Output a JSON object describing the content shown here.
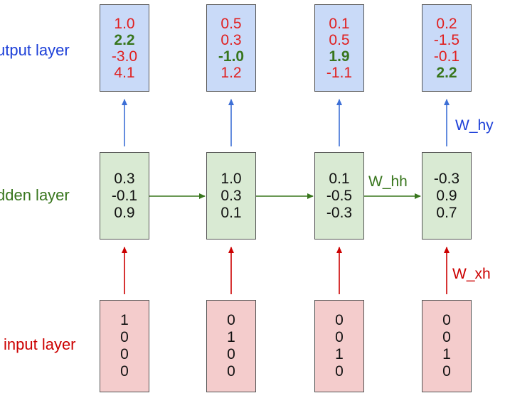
{
  "layers": {
    "output_label": "utput layer",
    "hidden_label": "dden layer",
    "input_label": "input layer"
  },
  "weights": {
    "hy": "W_hy",
    "hh": "W_hh",
    "xh": "W_xh"
  },
  "colors": {
    "output_fill": "#c9daf8",
    "hidden_fill": "#d9ead3",
    "input_fill": "#f4cccc",
    "output_text": "#1c3fd8",
    "hidden_text": "#38761d",
    "input_text": "#cc0000"
  },
  "timesteps": [
    {
      "output": [
        "1.0",
        "2.2",
        "-3.0",
        "4.1"
      ],
      "output_max_index": 1,
      "hidden": [
        "0.3",
        "-0.1",
        "0.9"
      ],
      "input": [
        "1",
        "0",
        "0",
        "0"
      ]
    },
    {
      "output": [
        "0.5",
        "0.3",
        "-1.0",
        "1.2"
      ],
      "output_max_index": 2,
      "hidden": [
        "1.0",
        "0.3",
        "0.1"
      ],
      "input": [
        "0",
        "1",
        "0",
        "0"
      ]
    },
    {
      "output": [
        "0.1",
        "0.5",
        "1.9",
        "-1.1"
      ],
      "output_max_index": 2,
      "hidden": [
        "0.1",
        "-0.5",
        "-0.3"
      ],
      "input": [
        "0",
        "0",
        "1",
        "0"
      ]
    },
    {
      "output": [
        "0.2",
        "-1.5",
        "-0.1",
        "2.2"
      ],
      "output_max_index": 3,
      "hidden": [
        "-0.3",
        "0.9",
        "0.7"
      ],
      "input": [
        "0",
        "0",
        "1",
        "0"
      ]
    }
  ]
}
